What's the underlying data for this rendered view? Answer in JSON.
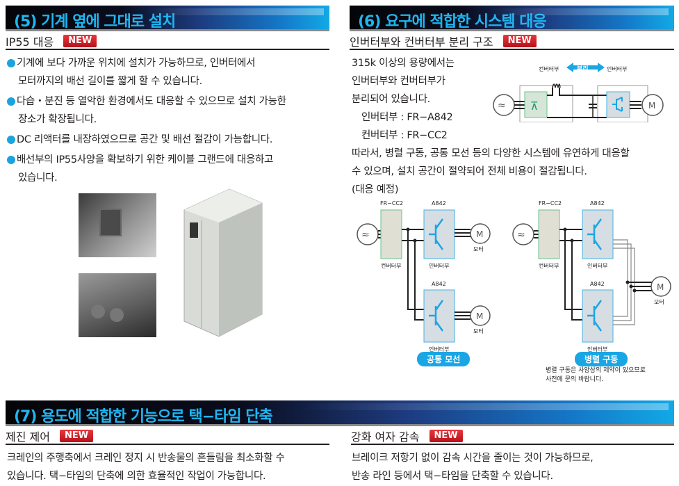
{
  "section5": {
    "title": "(5) 기계 옆에 그대로 설치",
    "subtitle": "IP55 대응",
    "badge": "NEW",
    "bullets": [
      [
        "기계에 보다 가까운 위치에 설치가 가능하므로, 인버터에서",
        "모터까지의 배선 길이를 짧게 할 수 있습니다."
      ],
      [
        "다습・분진 등 열악한 환경에서도 대응할 수 있으므로 설치 가능한",
        "장소가 확장됩니다."
      ],
      [
        "DC 리액터를 내장하였으므로 공간 및 배선 절감이 가능합니다."
      ],
      [
        "배선부의 IP55사양을 확보하기 위한 케이블 그랜드에 대응하고",
        "있습니다."
      ]
    ]
  },
  "section6": {
    "title": "(6) 요구에 적합한 시스템 대응",
    "subtitle": "인버터부와 컨버터부 분리 구조",
    "badge": "NEW",
    "intro": [
      "315k 이상의 용량에서는",
      "인버터부와 컨버터부가",
      "분리되어 있습니다."
    ],
    "inverter_line": "인버터부 : FR−A842",
    "converter_line": "컨버터부 : FR−CC2",
    "body": [
      "따라서, 병렬 구동, 공통 모선 등의 다양한 시스템에 유연하게 대응할",
      "수 있으며, 설치 공간이 절약되어 전체 비용이 절감됩니다."
    ],
    "note": "(대응 예정)",
    "top_diagram": {
      "left_label": "컨버터부",
      "arrow_label": "분리",
      "right_label": "인버터부",
      "motor": "M"
    },
    "common_bus": {
      "converter_model": "FR−CC2",
      "inverter_model": "A842",
      "converter_label": "컨버터부",
      "inverter_label": "인버터부",
      "motor": "M",
      "motor_label": "모터",
      "caption": "공통 모선"
    },
    "parallel": {
      "converter_model": "FR−CC2",
      "inverter_model": "A842",
      "converter_label": "컨버터부",
      "inverter_label": "인버터부",
      "motor": "M",
      "motor_label": "모터",
      "caption": "병렬 구동",
      "footnote": [
        "병렬 구동은 사양상의 제약이 있으므로",
        "사전에 문의 바랍니다."
      ]
    }
  },
  "section7": {
    "title": "(7) 용도에 적합한 기능으로 택−타임 단축",
    "left": {
      "subtitle": "제진 제어",
      "badge": "NEW",
      "text": [
        "크레인의 주행축에서 크레인 정지 시 반송물의 흔들림을 최소화할 수",
        "있습니다. 택−타임의 단축에 의한 효율적인 작업이 가능합니다."
      ]
    },
    "right": {
      "subtitle": "강화 여자 감속",
      "badge": "NEW",
      "text": [
        "브레이크 저항기 없이 감속 시간을 줄이는 것이 가능하므로,",
        "반송 라인 등에서 택−타임을 단축할 수 있습니다."
      ]
    }
  }
}
